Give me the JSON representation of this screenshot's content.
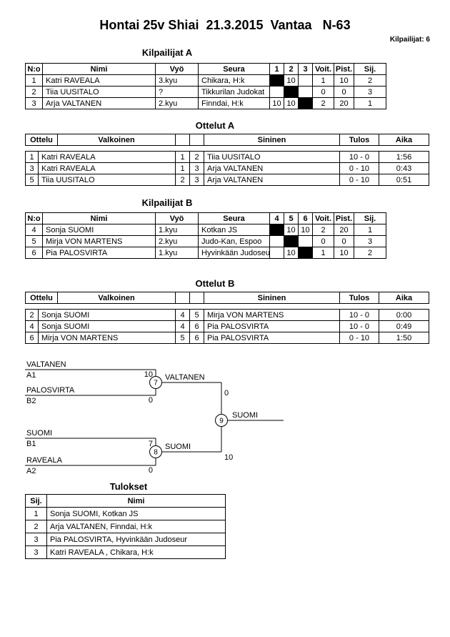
{
  "title": "Hontai 25v Shiai  21.3.2015  Vantaa   N-63",
  "competitors_count": "Kilpailijat: 6",
  "sections": {
    "pool_a": "Kilpailijat A",
    "matches_a": "Ottelut A",
    "pool_b": "Kilpailijat B",
    "matches_b": "Ottelut B",
    "results": "Tulokset"
  },
  "pool_headers": {
    "no": "N:o",
    "name": "Nimi",
    "belt": "Vyö",
    "club": "Seura",
    "wins": "Voit.",
    "points": "Pist.",
    "place": "Sij."
  },
  "match_headers": {
    "match": "Ottelu",
    "white": "Valkoinen",
    "blue": "Sininen",
    "result": "Tulos",
    "time": "Aika"
  },
  "pool_a": {
    "round_cols": [
      "1",
      "2",
      "3"
    ],
    "rows": [
      {
        "no": "1",
        "name": "Katri RAVEALA",
        "belt": "3.kyu",
        "club": "Chikara, H:k",
        "r1": "",
        "r2": "10",
        "r3": "",
        "wins": "1",
        "points": "10",
        "place": "2"
      },
      {
        "no": "2",
        "name": "Tiia UUSITALO",
        "belt": "?",
        "club": "Tikkurilan Judokat",
        "r1": "",
        "r2": "",
        "r3": "",
        "wins": "0",
        "points": "0",
        "place": "3"
      },
      {
        "no": "3",
        "name": "Arja VALTANEN",
        "belt": "2.kyu",
        "club": "Finndai, H:k",
        "r1": "10",
        "r2": "10",
        "r3": "",
        "wins": "2",
        "points": "20",
        "place": "1"
      }
    ]
  },
  "matches_a": {
    "rows": [
      {
        "no": "1",
        "white": "Katri RAVEALA",
        "white_no": "1",
        "blue_no": "2",
        "blue": "Tiia UUSITALO",
        "result": "10 - 0",
        "time": "1:56"
      },
      {
        "no": "3",
        "white": "Katri RAVEALA",
        "white_no": "1",
        "blue_no": "3",
        "blue": "Arja VALTANEN",
        "result": "0 - 10",
        "time": "0:43"
      },
      {
        "no": "5",
        "white": "Tiia UUSITALO",
        "white_no": "2",
        "blue_no": "3",
        "blue": "Arja VALTANEN",
        "result": "0 - 10",
        "time": "0:51"
      }
    ]
  },
  "pool_b": {
    "round_cols": [
      "4",
      "5",
      "6"
    ],
    "rows": [
      {
        "no": "4",
        "name": "Sonja SUOMI",
        "belt": "1.kyu",
        "club": "Kotkan JS",
        "r1": "",
        "r2": "10",
        "r3": "10",
        "wins": "2",
        "points": "20",
        "place": "1"
      },
      {
        "no": "5",
        "name": "Mirja VON MARTENS",
        "belt": "2.kyu",
        "club": "Judo-Kan, Espoo",
        "r1": "",
        "r2": "",
        "r3": "",
        "wins": "0",
        "points": "0",
        "place": "3"
      },
      {
        "no": "6",
        "name": "Pia PALOSVIRTA",
        "belt": "1.kyu",
        "club": "Hyvinkään Judoseur",
        "r1": "",
        "r2": "10",
        "r3": "",
        "wins": "1",
        "points": "10",
        "place": "2"
      }
    ]
  },
  "matches_b": {
    "rows": [
      {
        "no": "2",
        "white": "Sonja SUOMI",
        "white_no": "4",
        "blue_no": "5",
        "blue": "Mirja VON MARTENS",
        "result": "10 - 0",
        "time": "0:00"
      },
      {
        "no": "4",
        "white": "Sonja SUOMI",
        "white_no": "4",
        "blue_no": "6",
        "blue": "Pia PALOSVIRTA",
        "result": "10 - 0",
        "time": "0:49"
      },
      {
        "no": "6",
        "white": "Mirja VON MARTENS",
        "white_no": "5",
        "blue_no": "6",
        "blue": "Pia PALOSVIRTA",
        "result": "0 - 10",
        "time": "1:50"
      }
    ]
  },
  "bracket": {
    "semi1": {
      "num": "7",
      "top_name": "VALTANEN",
      "top_seed": "A1",
      "top_score": "10",
      "bottom_name": "PALOSVIRTA",
      "bottom_seed": "B2",
      "bottom_score": "0",
      "winner": "VALTANEN"
    },
    "semi2": {
      "num": "8",
      "top_name": "SUOMI",
      "top_seed": "B1",
      "top_score": "7",
      "bottom_name": "RAVEALA",
      "bottom_seed": "A2",
      "bottom_score": "0",
      "winner": "SUOMI"
    },
    "final": {
      "num": "9",
      "top_score": "0",
      "bottom_score": "10",
      "winner": "SUOMI"
    }
  },
  "results": {
    "headers": {
      "place": "Sij.",
      "name": "Nimi"
    },
    "rows": [
      {
        "place": "1",
        "name": "Sonja SUOMI, Kotkan JS"
      },
      {
        "place": "2",
        "name": "Arja VALTANEN, Finndai, H:k"
      },
      {
        "place": "3",
        "name": "Pia PALOSVIRTA, Hyvinkään Judoseur"
      },
      {
        "place": "3",
        "name": "Katri RAVEALA , Chikara, H:k"
      }
    ]
  }
}
